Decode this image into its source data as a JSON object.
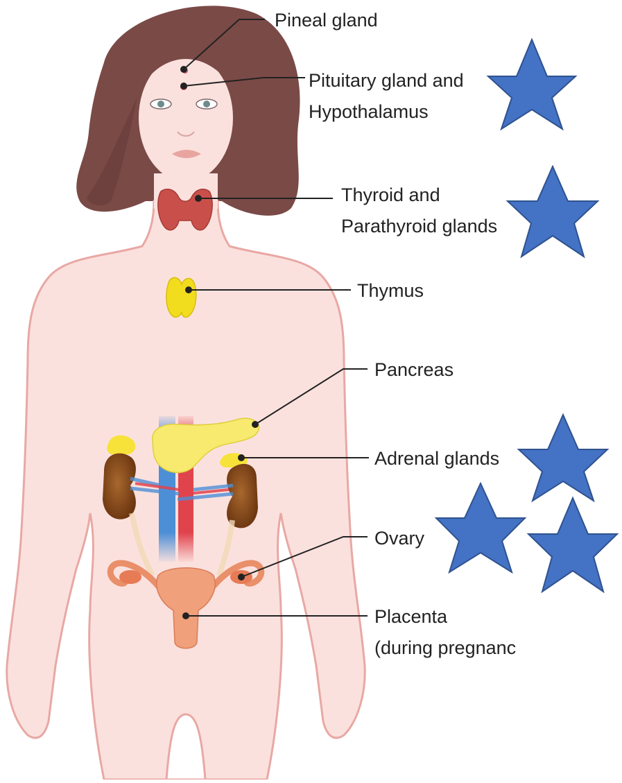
{
  "labels": {
    "pineal": "Pineal gland",
    "pituitary_line1": "Pituitary gland and",
    "pituitary_line2": "Hypothalamus",
    "thyroid_line1": "Thyroid and",
    "thyroid_line2": "Parathyroid glands",
    "thymus": "Thymus",
    "pancreas": "Pancreas",
    "adrenal": "Adrenal glands",
    "ovary": "Ovary",
    "placenta_line1": "Placenta",
    "placenta_line2": "(during pregnanc"
  },
  "icons": {
    "star": "star-icon"
  },
  "colors": {
    "skin": "#fbe1de",
    "skin_outline": "#e8a8a4",
    "hair": "#7a4a47",
    "hair_dark": "#5e3634",
    "thyroid": "#c9504a",
    "thymus": "#f2dc1e",
    "pancreas": "#f7ea6e",
    "kidney": "#8a4a1c",
    "artery": "#e0434c",
    "vein": "#4d8fd6",
    "uterus": "#f0a07a",
    "star": "#4472c4",
    "star_outline": "#2f528f",
    "text": "#222222"
  }
}
